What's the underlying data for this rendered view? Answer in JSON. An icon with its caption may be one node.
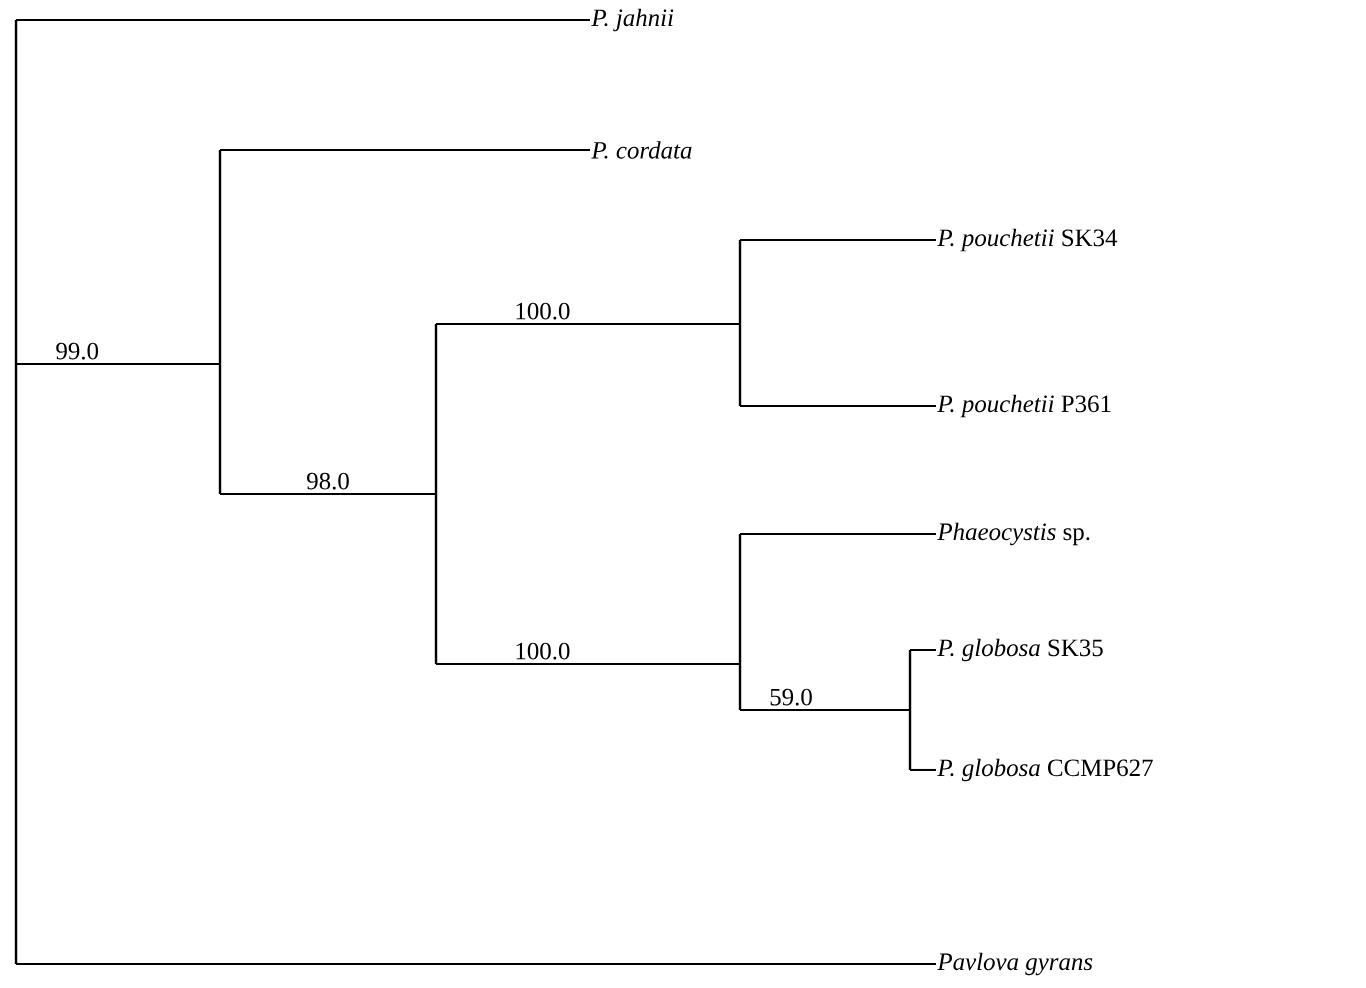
{
  "diagram": {
    "nodes": [
      {
        "text": [],
        "shape": "bar"
      },
      {
        "text": [
          "*P. jahnii*"
        ]
      },
      {
        "text": [],
        "shape": "bar"
      },
      {
        "text": [
          "*P. cordata*"
        ]
      },
      {
        "text": [],
        "shape": "bar"
      },
      {
        "text": [],
        "shape": "bar"
      },
      {
        "text": [
          "*P. pouchetii* SK34"
        ]
      },
      {
        "text": [
          "*P. pouchetii* P361"
        ]
      },
      {
        "text": [],
        "shape": "bar"
      },
      {
        "text": [
          "*Phaeocystis* sp."
        ]
      },
      {
        "text": [],
        "shape": "bar"
      },
      {
        "text": [
          "*P. globosa* SK35"
        ]
      },
      {
        "text": [
          "*P. globosa* CCMP627"
        ]
      },
      {
        "text": [
          "*Pavlova gyrans*"
        ]
      }
    ],
    "edges": [
      {
        "from": 0,
        "to": 1,
        "arrow": "none"
      },
      {
        "from": 0,
        "to": 2,
        "arrow": "none",
        "label": "99.0"
      },
      {
        "from": 2,
        "to": 3,
        "arrow": "none"
      },
      {
        "from": 2,
        "to": 4,
        "arrow": "none",
        "label": "98.0"
      },
      {
        "from": 4,
        "to": 5,
        "arrow": "none",
        "label": "100.0"
      },
      {
        "from": 5,
        "to": 6,
        "arrow": "none"
      },
      {
        "from": 5,
        "to": 7,
        "arrow": "none"
      },
      {
        "from": 4,
        "to": 8,
        "arrow": "none",
        "label": "100.0"
      },
      {
        "from": 8,
        "to": 9,
        "arrow": "none"
      },
      {
        "from": 8,
        "to": 10,
        "arrow": "none",
        "label": "59.0"
      },
      {
        "from": 10,
        "to": 11,
        "arrow": "none"
      },
      {
        "from": 10,
        "to": 12,
        "arrow": "none"
      },
      {
        "from": 0,
        "to": 13,
        "arrow": "none"
      }
    ]
  }
}
